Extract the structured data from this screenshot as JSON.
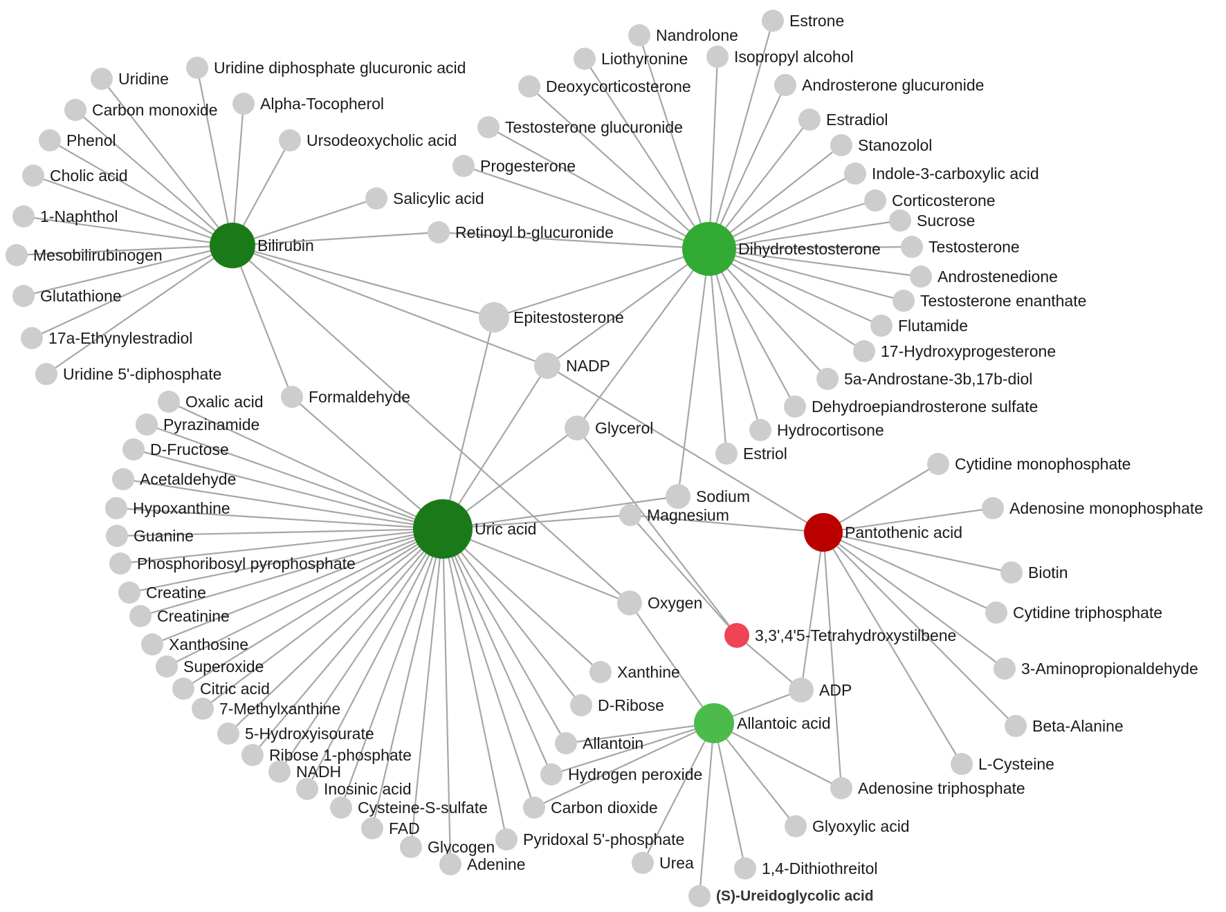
{
  "colors": {
    "edge": "#a6a6a6",
    "node_default": "#cdcdcd",
    "hub_dark_green": "#1a7a1a",
    "hub_medium_green": "#33aa33",
    "hub_light_green": "#4cbb4c",
    "hub_dark_red": "#bb0000",
    "node_pink": "#ee4455"
  },
  "network": {
    "hubs": [
      {
        "id": "bilirubin",
        "label": "Bilirubin",
        "color": "hub_dark_green"
      },
      {
        "id": "dht",
        "label": "Dihydrotestosterone",
        "color": "hub_medium_green"
      },
      {
        "id": "uric",
        "label": "Uric acid",
        "color": "hub_dark_green"
      },
      {
        "id": "pantothenic",
        "label": "Pantothenic acid",
        "color": "hub_dark_red"
      },
      {
        "id": "allantoic",
        "label": "Allantoic acid",
        "color": "hub_light_green"
      }
    ],
    "nodes": [
      {
        "id": "uridine",
        "label": "Uridine"
      },
      {
        "id": "udpga",
        "label": "Uridine diphosphate glucuronic acid"
      },
      {
        "id": "co",
        "label": "Carbon monoxide"
      },
      {
        "id": "alphatoc",
        "label": "Alpha-Tocopherol"
      },
      {
        "id": "phenol",
        "label": "Phenol"
      },
      {
        "id": "udca",
        "label": "Ursodeoxycholic acid"
      },
      {
        "id": "cholic",
        "label": "Cholic acid"
      },
      {
        "id": "naphthol",
        "label": "1-Naphthol"
      },
      {
        "id": "mesobili",
        "label": "Mesobilirubinogen"
      },
      {
        "id": "glutathione",
        "label": "Glutathione"
      },
      {
        "id": "ethynyl",
        "label": "17a-Ethynylestradiol"
      },
      {
        "id": "udp",
        "label": "Uridine 5'-diphosphate"
      },
      {
        "id": "salicylic",
        "label": "Salicylic acid"
      },
      {
        "id": "retinoyl",
        "label": "Retinoyl b-glucuronide"
      },
      {
        "id": "formaldehyde",
        "label": "Formaldehyde"
      },
      {
        "id": "epitesto",
        "label": "Epitestosterone"
      },
      {
        "id": "nadp",
        "label": "NADP"
      },
      {
        "id": "glycerol",
        "label": "Glycerol"
      },
      {
        "id": "sodium",
        "label": "Sodium"
      },
      {
        "id": "magnesium",
        "label": "Magnesium"
      },
      {
        "id": "oxygen",
        "label": "Oxygen"
      },
      {
        "id": "tetrahydroxystilbene",
        "label": "3,3',4'5-Tetrahydroxystilbene",
        "color": "node_pink"
      },
      {
        "id": "adp",
        "label": "ADP"
      },
      {
        "id": "xanthine",
        "label": "Xanthine"
      },
      {
        "id": "dribose",
        "label": "D-Ribose"
      },
      {
        "id": "allantoin",
        "label": "Allantoin"
      },
      {
        "id": "h2o2",
        "label": "Hydrogen peroxide"
      },
      {
        "id": "co2",
        "label": "Carbon dioxide"
      },
      {
        "id": "plp",
        "label": "Pyridoxal 5'-phosphate"
      },
      {
        "id": "urea",
        "label": "Urea"
      },
      {
        "id": "sureido",
        "label": "(S)-Ureidoglycolic acid",
        "bold": true
      },
      {
        "id": "dtt",
        "label": "1,4-Dithiothreitol"
      },
      {
        "id": "glyoxylic",
        "label": "Glyoxylic acid"
      },
      {
        "id": "atp",
        "label": "Adenosine triphosphate"
      },
      {
        "id": "nandrolone",
        "label": "Nandrolone"
      },
      {
        "id": "estrone",
        "label": "Estrone"
      },
      {
        "id": "liothyronine",
        "label": "Liothyronine"
      },
      {
        "id": "isopropyl",
        "label": "Isopropyl alcohol"
      },
      {
        "id": "deoxycort",
        "label": "Deoxycorticosterone"
      },
      {
        "id": "androgluc",
        "label": "Androsterone glucuronide"
      },
      {
        "id": "estradiol",
        "label": "Estradiol"
      },
      {
        "id": "testogluc",
        "label": "Testosterone glucuronide"
      },
      {
        "id": "stanozolol",
        "label": "Stanozolol"
      },
      {
        "id": "progesterone",
        "label": "Progesterone"
      },
      {
        "id": "indole",
        "label": "Indole-3-carboxylic acid"
      },
      {
        "id": "corticosterone",
        "label": "Corticosterone"
      },
      {
        "id": "sucrose",
        "label": "Sucrose"
      },
      {
        "id": "testosterone",
        "label": "Testosterone"
      },
      {
        "id": "androstenedione",
        "label": "Androstenedione"
      },
      {
        "id": "testoenan",
        "label": "Testosterone enanthate"
      },
      {
        "id": "flutamide",
        "label": "Flutamide"
      },
      {
        "id": "ohprog",
        "label": "17-Hydroxyprogesterone"
      },
      {
        "id": "androstanediol",
        "label": "5a-Androstane-3b,17b-diol"
      },
      {
        "id": "dheas",
        "label": "Dehydroepiandrosterone sulfate"
      },
      {
        "id": "hydrocortisone",
        "label": "Hydrocortisone"
      },
      {
        "id": "estriol",
        "label": "Estriol"
      },
      {
        "id": "cmp",
        "label": "Cytidine monophosphate"
      },
      {
        "id": "amp",
        "label": "Adenosine monophosphate"
      },
      {
        "id": "biotin",
        "label": "Biotin"
      },
      {
        "id": "ctp",
        "label": "Cytidine triphosphate"
      },
      {
        "id": "aminoprop",
        "label": "3-Aminopropionaldehyde"
      },
      {
        "id": "betaala",
        "label": "Beta-Alanine"
      },
      {
        "id": "lcys",
        "label": "L-Cysteine"
      },
      {
        "id": "oxalic",
        "label": "Oxalic acid"
      },
      {
        "id": "pyrazinamide",
        "label": "Pyrazinamide"
      },
      {
        "id": "dfructose",
        "label": "D-Fructose"
      },
      {
        "id": "acetaldehyde",
        "label": "Acetaldehyde"
      },
      {
        "id": "hypoxanthine",
        "label": "Hypoxanthine"
      },
      {
        "id": "guanine",
        "label": "Guanine"
      },
      {
        "id": "prpp",
        "label": "Phosphoribosyl pyrophosphate"
      },
      {
        "id": "creatine",
        "label": "Creatine"
      },
      {
        "id": "creatinine",
        "label": "Creatinine"
      },
      {
        "id": "xanthosine",
        "label": "Xanthosine"
      },
      {
        "id": "superoxide",
        "label": "Superoxide"
      },
      {
        "id": "citric",
        "label": "Citric acid"
      },
      {
        "id": "methylxanthine",
        "label": "7-Methylxanthine"
      },
      {
        "id": "hydroxyisourate",
        "label": "5-Hydroxyisourate"
      },
      {
        "id": "ribose1p",
        "label": "Ribose 1-phosphate"
      },
      {
        "id": "nadh",
        "label": "NADH"
      },
      {
        "id": "inosinic",
        "label": "Inosinic acid"
      },
      {
        "id": "cysss",
        "label": "Cysteine-S-sulfate"
      },
      {
        "id": "fad",
        "label": "FAD"
      },
      {
        "id": "glycogen",
        "label": "Glycogen"
      },
      {
        "id": "adenine",
        "label": "Adenine"
      }
    ],
    "edges": [
      [
        "bilirubin",
        "uridine"
      ],
      [
        "bilirubin",
        "udpga"
      ],
      [
        "bilirubin",
        "co"
      ],
      [
        "bilirubin",
        "alphatoc"
      ],
      [
        "bilirubin",
        "phenol"
      ],
      [
        "bilirubin",
        "udca"
      ],
      [
        "bilirubin",
        "cholic"
      ],
      [
        "bilirubin",
        "naphthol"
      ],
      [
        "bilirubin",
        "mesobili"
      ],
      [
        "bilirubin",
        "glutathione"
      ],
      [
        "bilirubin",
        "ethynyl"
      ],
      [
        "bilirubin",
        "udp"
      ],
      [
        "bilirubin",
        "salicylic"
      ],
      [
        "bilirubin",
        "retinoyl"
      ],
      [
        "bilirubin",
        "formaldehyde"
      ],
      [
        "bilirubin",
        "epitesto"
      ],
      [
        "bilirubin",
        "nadp"
      ],
      [
        "bilirubin",
        "oxygen"
      ],
      [
        "dht",
        "retinoyl"
      ],
      [
        "dht",
        "epitesto"
      ],
      [
        "dht",
        "nadp"
      ],
      [
        "dht",
        "glycerol"
      ],
      [
        "dht",
        "sodium"
      ],
      [
        "dht",
        "nandrolone"
      ],
      [
        "dht",
        "estrone"
      ],
      [
        "dht",
        "liothyronine"
      ],
      [
        "dht",
        "isopropyl"
      ],
      [
        "dht",
        "deoxycort"
      ],
      [
        "dht",
        "androgluc"
      ],
      [
        "dht",
        "estradiol"
      ],
      [
        "dht",
        "testogluc"
      ],
      [
        "dht",
        "stanozolol"
      ],
      [
        "dht",
        "progesterone"
      ],
      [
        "dht",
        "indole"
      ],
      [
        "dht",
        "corticosterone"
      ],
      [
        "dht",
        "sucrose"
      ],
      [
        "dht",
        "testosterone"
      ],
      [
        "dht",
        "androstenedione"
      ],
      [
        "dht",
        "testoenan"
      ],
      [
        "dht",
        "flutamide"
      ],
      [
        "dht",
        "ohprog"
      ],
      [
        "dht",
        "androstanediol"
      ],
      [
        "dht",
        "dheas"
      ],
      [
        "dht",
        "hydrocortisone"
      ],
      [
        "dht",
        "estriol"
      ],
      [
        "uric",
        "formaldehyde"
      ],
      [
        "uric",
        "epitesto"
      ],
      [
        "uric",
        "nadp"
      ],
      [
        "uric",
        "glycerol"
      ],
      [
        "uric",
        "sodium"
      ],
      [
        "uric",
        "magnesium"
      ],
      [
        "uric",
        "oxygen"
      ],
      [
        "uric",
        "xanthine"
      ],
      [
        "uric",
        "dribose"
      ],
      [
        "uric",
        "allantoin"
      ],
      [
        "uric",
        "h2o2"
      ],
      [
        "uric",
        "co2"
      ],
      [
        "uric",
        "plp"
      ],
      [
        "uric",
        "oxalic"
      ],
      [
        "uric",
        "pyrazinamide"
      ],
      [
        "uric",
        "dfructose"
      ],
      [
        "uric",
        "acetaldehyde"
      ],
      [
        "uric",
        "hypoxanthine"
      ],
      [
        "uric",
        "guanine"
      ],
      [
        "uric",
        "prpp"
      ],
      [
        "uric",
        "creatine"
      ],
      [
        "uric",
        "creatinine"
      ],
      [
        "uric",
        "xanthosine"
      ],
      [
        "uric",
        "superoxide"
      ],
      [
        "uric",
        "citric"
      ],
      [
        "uric",
        "methylxanthine"
      ],
      [
        "uric",
        "hydroxyisourate"
      ],
      [
        "uric",
        "ribose1p"
      ],
      [
        "uric",
        "nadh"
      ],
      [
        "uric",
        "inosinic"
      ],
      [
        "uric",
        "cysss"
      ],
      [
        "uric",
        "fad"
      ],
      [
        "uric",
        "glycogen"
      ],
      [
        "uric",
        "adenine"
      ],
      [
        "pantothenic",
        "nadp"
      ],
      [
        "pantothenic",
        "magnesium"
      ],
      [
        "pantothenic",
        "adp"
      ],
      [
        "pantothenic",
        "atp"
      ],
      [
        "pantothenic",
        "cmp"
      ],
      [
        "pantothenic",
        "amp"
      ],
      [
        "pantothenic",
        "biotin"
      ],
      [
        "pantothenic",
        "ctp"
      ],
      [
        "pantothenic",
        "aminoprop"
      ],
      [
        "pantothenic",
        "betaala"
      ],
      [
        "pantothenic",
        "lcys"
      ],
      [
        "allantoic",
        "oxygen"
      ],
      [
        "allantoic",
        "adp"
      ],
      [
        "allantoic",
        "allantoin"
      ],
      [
        "allantoic",
        "h2o2"
      ],
      [
        "allantoic",
        "co2"
      ],
      [
        "allantoic",
        "urea"
      ],
      [
        "allantoic",
        "sureido"
      ],
      [
        "allantoic",
        "dtt"
      ],
      [
        "allantoic",
        "glyoxylic"
      ],
      [
        "allantoic",
        "atp"
      ],
      [
        "glycerol",
        "tetrahydroxystilbene"
      ],
      [
        "magnesium",
        "tetrahydroxystilbene"
      ],
      [
        "tetrahydroxystilbene",
        "adp"
      ]
    ]
  }
}
